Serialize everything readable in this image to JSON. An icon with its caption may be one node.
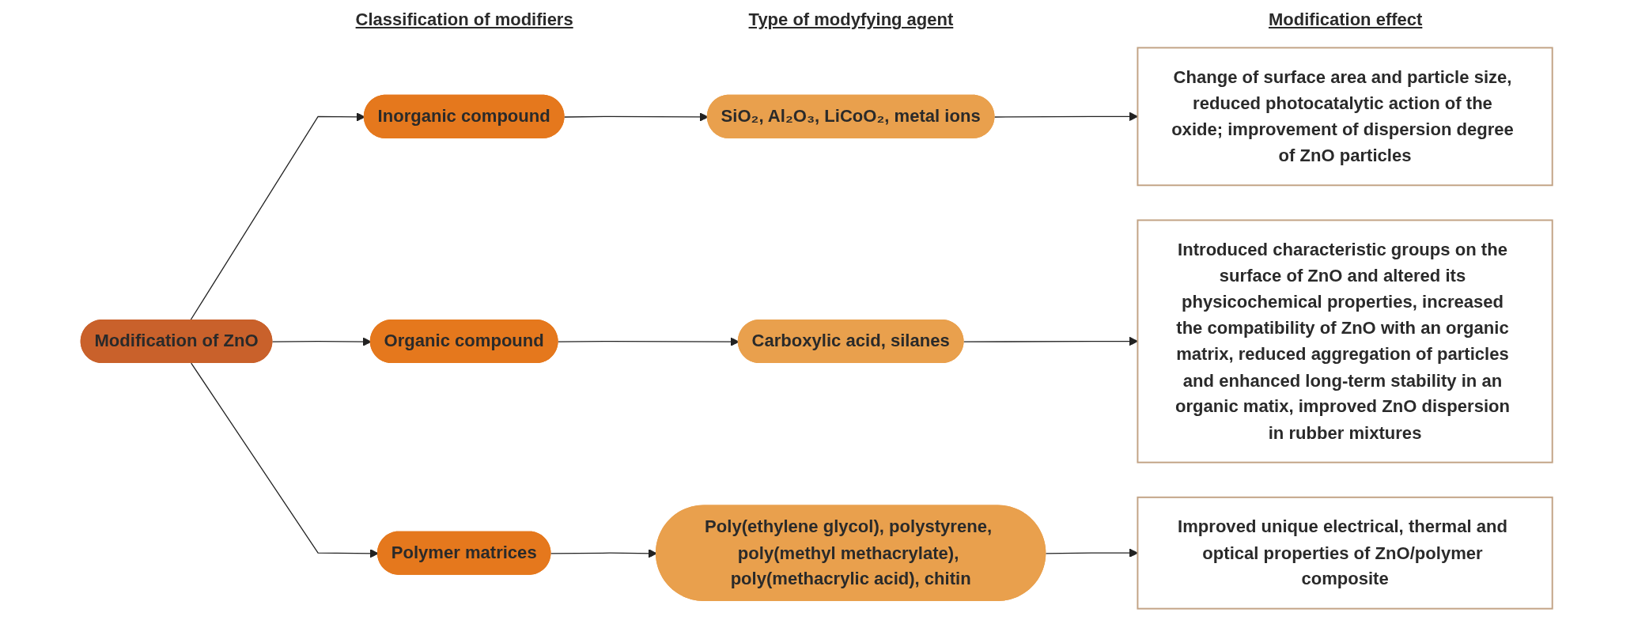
{
  "diagram": {
    "nodes": [
      {
        "text": [
          "Modification of ZnO"
        ]
      },
      {
        "text": [
          "Inorganic compound"
        ]
      },
      {
        "text": [
          "Organic compound"
        ]
      },
      {
        "text": [
          "Polymer matrices"
        ]
      },
      {
        "text": [
          "SiO₂, Al₂O₃, LiCoO₂, metal ions"
        ]
      },
      {
        "text": [
          "Carboxylic acid, silanes"
        ]
      },
      {
        "text": [
          "Poly(ethylene glycol), polystyrene, poly(methyl methacrylate), poly(methacrylic acid), chitin"
        ]
      },
      {
        "text": [
          "Change of surface area and particle size, reduced photocatalytic action of the oxide; improvement of dispersion degree of ZnO particles"
        ]
      },
      {
        "text": [
          "Introduced characteristic groups on the surface of ZnO and altered its physicochemical properties, increased the compatibility of ZnO with an organic matrix, reduced aggregation of particles and enhanced long-term stability in an organic matix, improved ZnO dispersion in rubber mixtures"
        ]
      },
      {
        "text": [
          "Improved unique electrical, thermal and optical properties of ZnO/polymer composite"
        ]
      }
    ],
    "edges": [
      {
        "from": 0,
        "to": 1,
        "arrow": "to"
      },
      {
        "from": 0,
        "to": 2,
        "arrow": "to"
      },
      {
        "from": 0,
        "to": 3,
        "arrow": "to"
      },
      {
        "from": 1,
        "to": 4,
        "arrow": "to"
      },
      {
        "from": 2,
        "to": 5,
        "arrow": "to"
      },
      {
        "from": 3,
        "to": 6,
        "arrow": "to"
      },
      {
        "from": 4,
        "to": 7,
        "arrow": "to"
      },
      {
        "from": 5,
        "to": 8,
        "arrow": "to"
      },
      {
        "from": 6,
        "to": 9,
        "arrow": "to"
      }
    ],
    "labels": [
      "Classification of modifiers",
      "Type of modyfying agent",
      "Modification effect"
    ]
  }
}
